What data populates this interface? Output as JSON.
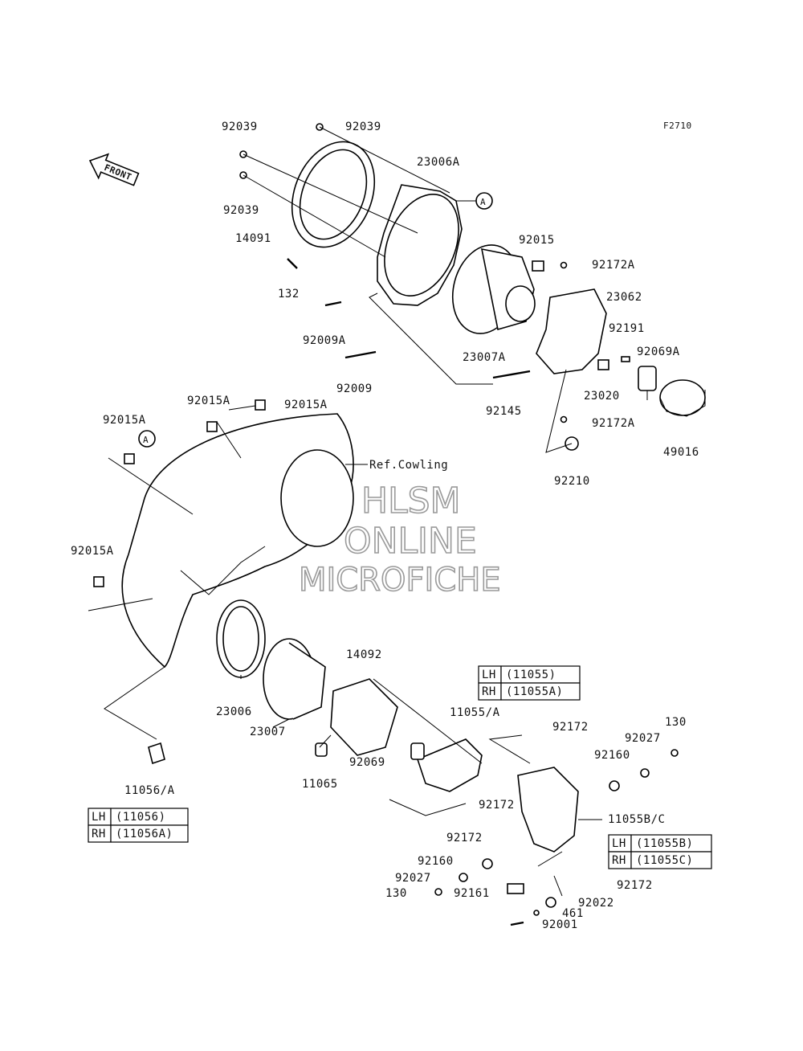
{
  "figure_code": "F2710",
  "front_label": "FRONT",
  "ref_label": "Ref.Cowling",
  "circle_marker": "A",
  "watermark": {
    "line1": "HLSM",
    "line2": "ONLINE",
    "line3": "MICROFICHE"
  },
  "parts": [
    {
      "id": "p92039a",
      "num": "92039"
    },
    {
      "id": "p92039b",
      "num": "92039"
    },
    {
      "id": "p92039c",
      "num": "92039"
    },
    {
      "id": "p23006A",
      "num": "23006A"
    },
    {
      "id": "p14091",
      "num": "14091"
    },
    {
      "id": "p132",
      "num": "132"
    },
    {
      "id": "p92009A",
      "num": "92009A"
    },
    {
      "id": "p92009",
      "num": "92009"
    },
    {
      "id": "p92015",
      "num": "92015"
    },
    {
      "id": "p92172Aa",
      "num": "92172A"
    },
    {
      "id": "p23062",
      "num": "23062"
    },
    {
      "id": "p23007A",
      "num": "23007A"
    },
    {
      "id": "p92191",
      "num": "92191"
    },
    {
      "id": "p92069A",
      "num": "92069A"
    },
    {
      "id": "p23020",
      "num": "23020"
    },
    {
      "id": "p92145",
      "num": "92145"
    },
    {
      "id": "p92172Ab",
      "num": "92172A"
    },
    {
      "id": "p49016",
      "num": "49016"
    },
    {
      "id": "p92210",
      "num": "92210"
    },
    {
      "id": "p92015Aa",
      "num": "92015A"
    },
    {
      "id": "p92015Ab",
      "num": "92015A"
    },
    {
      "id": "p92015Ac",
      "num": "92015A"
    },
    {
      "id": "p92015Ad",
      "num": "92015A"
    },
    {
      "id": "p14092",
      "num": "14092"
    },
    {
      "id": "p23006",
      "num": "23006"
    },
    {
      "id": "p23007",
      "num": "23007"
    },
    {
      "id": "p11055A",
      "num": "11055/A"
    },
    {
      "id": "p92069",
      "num": "92069"
    },
    {
      "id": "p11065",
      "num": "11065"
    },
    {
      "id": "p92172a",
      "num": "92172"
    },
    {
      "id": "p92172b",
      "num": "92172"
    },
    {
      "id": "p92172c",
      "num": "92172"
    },
    {
      "id": "p92172d",
      "num": "92172"
    },
    {
      "id": "p130a",
      "num": "130"
    },
    {
      "id": "p92027a",
      "num": "92027"
    },
    {
      "id": "p92160a",
      "num": "92160"
    },
    {
      "id": "p11055BC",
      "num": "11055B/C"
    },
    {
      "id": "p92160b",
      "num": "92160"
    },
    {
      "id": "p92027b",
      "num": "92027"
    },
    {
      "id": "p130b",
      "num": "130"
    },
    {
      "id": "p92161",
      "num": "92161"
    },
    {
      "id": "p92022",
      "num": "92022"
    },
    {
      "id": "p461",
      "num": "461"
    },
    {
      "id": "p92001",
      "num": "92001"
    },
    {
      "id": "p11056A",
      "num": "11056/A"
    }
  ],
  "tables": [
    {
      "id": "t11055",
      "rows": [
        [
          "LH",
          "(11055)"
        ],
        [
          "RH",
          "(11055A)"
        ]
      ]
    },
    {
      "id": "t11056",
      "rows": [
        [
          "LH",
          "(11056)"
        ],
        [
          "RH",
          "(11056A)"
        ]
      ]
    },
    {
      "id": "t11055B",
      "rows": [
        [
          "LH",
          "(11055B)"
        ],
        [
          "RH",
          "(11055C)"
        ]
      ]
    }
  ]
}
